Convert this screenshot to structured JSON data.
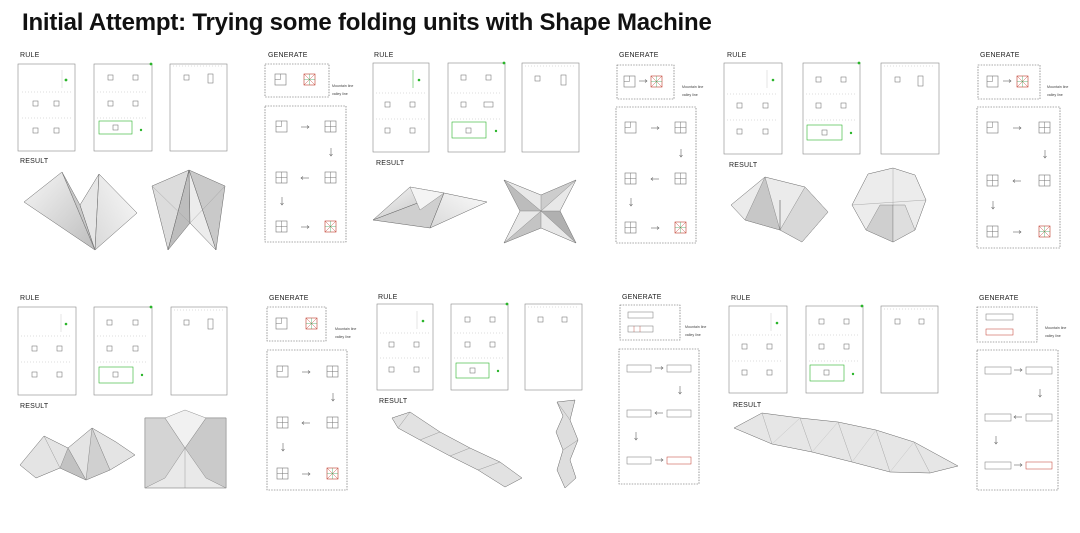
{
  "title": "Initial Attempt: Trying some folding units with Shape Machine",
  "labels": {
    "rule": "RULE",
    "generate": "GENERATE",
    "result": "RESULT",
    "mountain": "Mountain line",
    "valley": "valley line"
  },
  "colors": {
    "page": "#ffffff",
    "frame": "#888888",
    "accent_green": "#2bb52b",
    "arrow": "#666666",
    "valley_red": "#c0392b",
    "mountain_green": "#3da35a",
    "paper_light": "#f2f2f2",
    "paper_dark": "#a9a9a9"
  }
}
